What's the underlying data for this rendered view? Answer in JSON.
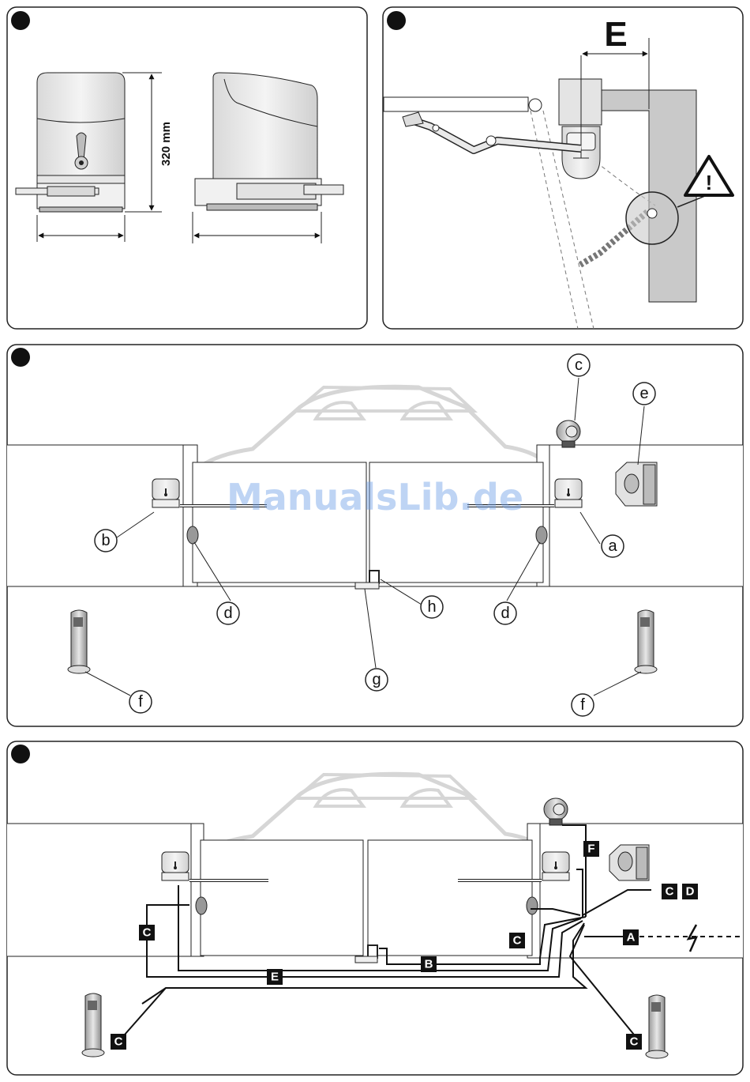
{
  "watermark": "ManualsLib.de",
  "panel1": {
    "height_dimension": "320 mm"
  },
  "panel2": {
    "distance_label": "E",
    "warning_symbol": "!"
  },
  "panel3": {
    "labels": {
      "a": "a",
      "b": "b",
      "c": "c",
      "d_left": "d",
      "d_right": "d",
      "e": "e",
      "f_left": "f",
      "f_right": "f",
      "g": "g",
      "h": "h"
    }
  },
  "panel4": {
    "tags": {
      "A": "A",
      "B": "B",
      "C_left": "C",
      "C_right": "C",
      "C_post_left": "C",
      "C_post_right": "C",
      "C_selector": "C",
      "D": "D",
      "E": "E",
      "F": "F"
    }
  },
  "icons": [
    "panel-marker-icon",
    "warning-triangle-icon",
    "lightning-icon",
    "flashing-light-icon",
    "key-selector-icon",
    "photocell-post-icon",
    "gear-motor-icon"
  ]
}
